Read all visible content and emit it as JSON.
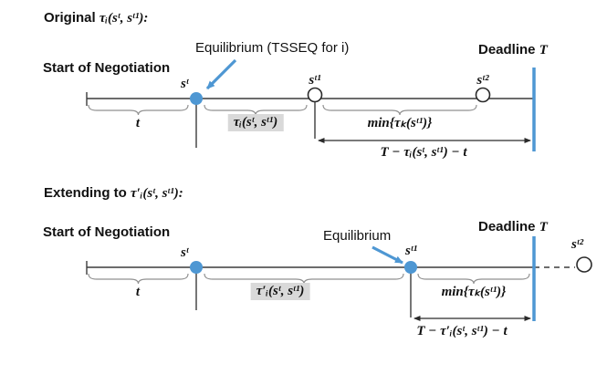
{
  "colors": {
    "accent_blue": "#4e97d3",
    "line_dark": "#3c3c3c",
    "brace_gray": "#909090",
    "highlight_gray": "#d9d9d9"
  },
  "top": {
    "title_prefix": "Original ",
    "title_math": "τᵢ(sᵗ, sᵗ¹):",
    "start_label": "Start of Negotiation",
    "equilibrium_label": "Equilibrium (TSSEQ for i)",
    "deadline_prefix": "Deadline ",
    "deadline_math": "T",
    "point_st": "sᵗ",
    "point_st1": "sᵗ¹",
    "point_st2": "sᵗ²",
    "seg_t": "t",
    "seg_tau": "τᵢ(sᵗ, sᵗ¹)",
    "seg_min": "min{τₖ(sᵗ¹)}",
    "remaining": "T − τᵢ(sᵗ, sᵗ¹) − t"
  },
  "bottom": {
    "title_prefix": "Extending to ",
    "title_math": "τ′ᵢ(sᵗ, sᵗ¹):",
    "start_label": "Start of Negotiation",
    "equilibrium_label": "Equilibrium",
    "deadline_prefix": "Deadline ",
    "deadline_math": "T",
    "point_st": "sᵗ",
    "point_st1": "sᵗ¹",
    "point_st2": "sᵗ²",
    "seg_t": "t",
    "seg_tau": "τ′ᵢ(sᵗ, sᵗ¹)",
    "seg_min": "min{τₖ(sᵗ¹)}",
    "remaining": "T − τ′ᵢ(sᵗ, sᵗ¹) − t"
  }
}
